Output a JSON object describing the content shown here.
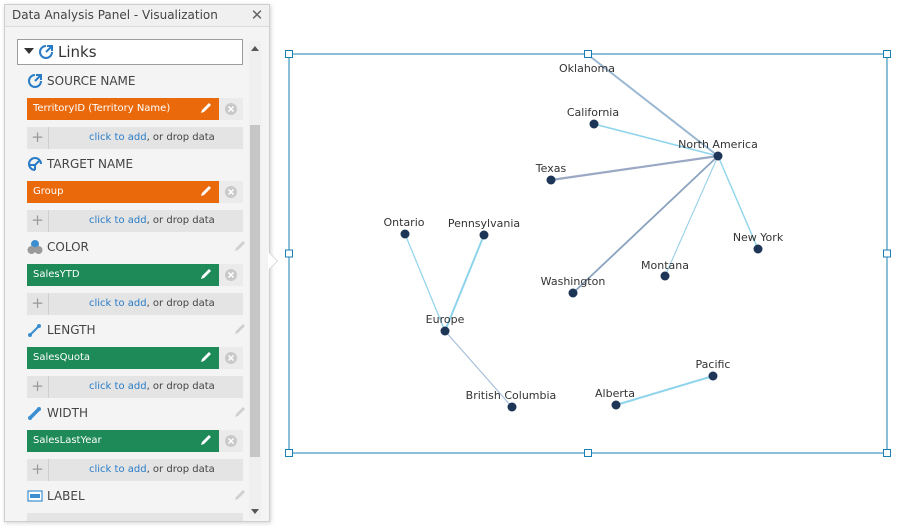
{
  "panel": {
    "title": "Data Analysis Panel - Visualization",
    "close_glyph": "✕",
    "section_label": "Links",
    "fields": [
      {
        "label": "SOURCE NAME",
        "icon": "source-link-icon",
        "chip": "TerritoryID (Territory Name)",
        "chip_color": "#ea6a0b"
      },
      {
        "label": "TARGET NAME",
        "icon": "target-link-icon",
        "chip": "Group",
        "chip_color": "#ea6a0b"
      },
      {
        "label": "COLOR",
        "icon": "color-circles-icon",
        "chip": "SalesYTD",
        "chip_color": "#1e8a58"
      },
      {
        "label": "LENGTH",
        "icon": "length-icon",
        "chip": "SalesQuota",
        "chip_color": "#1e8a58"
      },
      {
        "label": "WIDTH",
        "icon": "width-icon",
        "chip": "SalesLastYear",
        "chip_color": "#1e8a58"
      },
      {
        "label": "LABEL",
        "icon": "label-icon"
      }
    ],
    "drop_link": "click to add",
    "drop_text": ", or drop data",
    "plus_glyph": "+"
  },
  "network": {
    "nodes": [
      "North America",
      "Oklahoma",
      "California",
      "Texas",
      "New York",
      "Montana",
      "Washington",
      "Europe",
      "Ontario",
      "Pennsylvania",
      "British Columbia",
      "Pacific",
      "Alberta"
    ],
    "links": [
      {
        "from": "North America",
        "to": "Oklahoma"
      },
      {
        "from": "North America",
        "to": "California"
      },
      {
        "from": "North America",
        "to": "Texas"
      },
      {
        "from": "North America",
        "to": "New York"
      },
      {
        "from": "North America",
        "to": "Montana"
      },
      {
        "from": "North America",
        "to": "Washington"
      },
      {
        "from": "Europe",
        "to": "Ontario"
      },
      {
        "from": "Europe",
        "to": "Pennsylvania"
      },
      {
        "from": "Europe",
        "to": "British Columbia"
      },
      {
        "from": "Pacific",
        "to": "Alberta"
      }
    ]
  },
  "colors": {
    "node": "#1d3557",
    "link_light": "#8ed4ec",
    "link_dark": "#8aa2c0",
    "selection": "#1a7fb5"
  }
}
